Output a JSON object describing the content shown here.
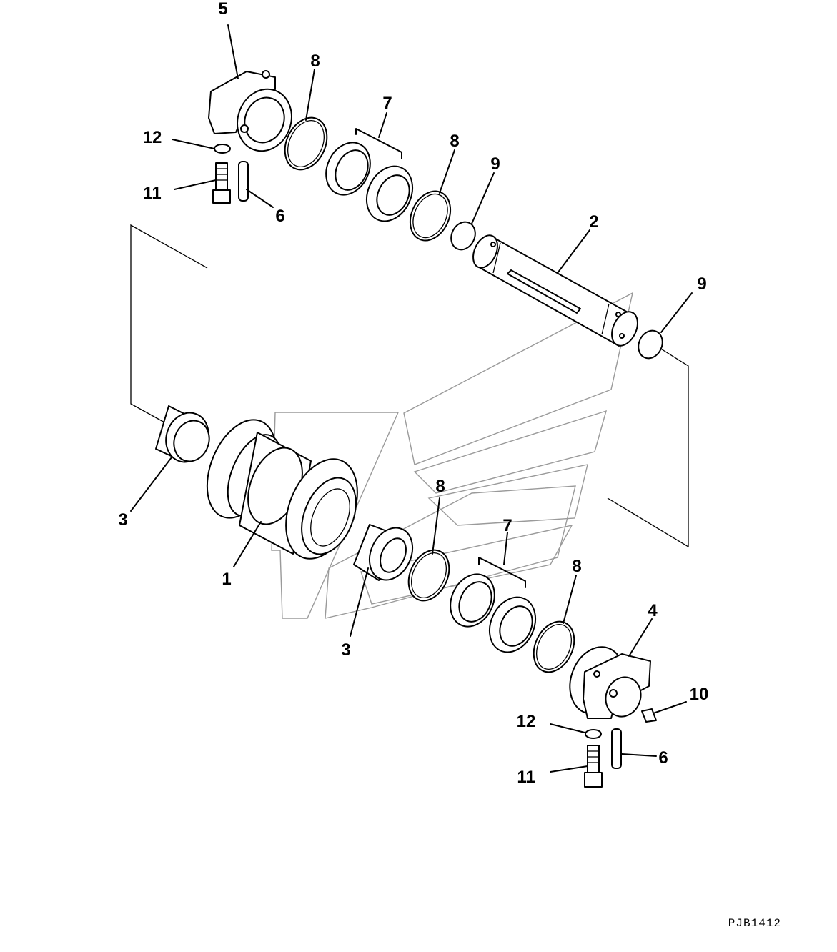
{
  "diagram": {
    "drawing_code": "PJB1412",
    "labels": {
      "p1": "1",
      "p2": "2",
      "p3a": "3",
      "p3b": "3",
      "p4": "4",
      "p5": "5",
      "p6a": "6",
      "p6b": "6",
      "p7a": "7",
      "p7b": "7",
      "p8a": "8",
      "p8b": "8",
      "p8c": "8",
      "p8d": "8",
      "p9a": "9",
      "p9b": "9",
      "p10": "10",
      "p11a": "11",
      "p11b": "11",
      "p12a": "12",
      "p12b": "12"
    }
  }
}
